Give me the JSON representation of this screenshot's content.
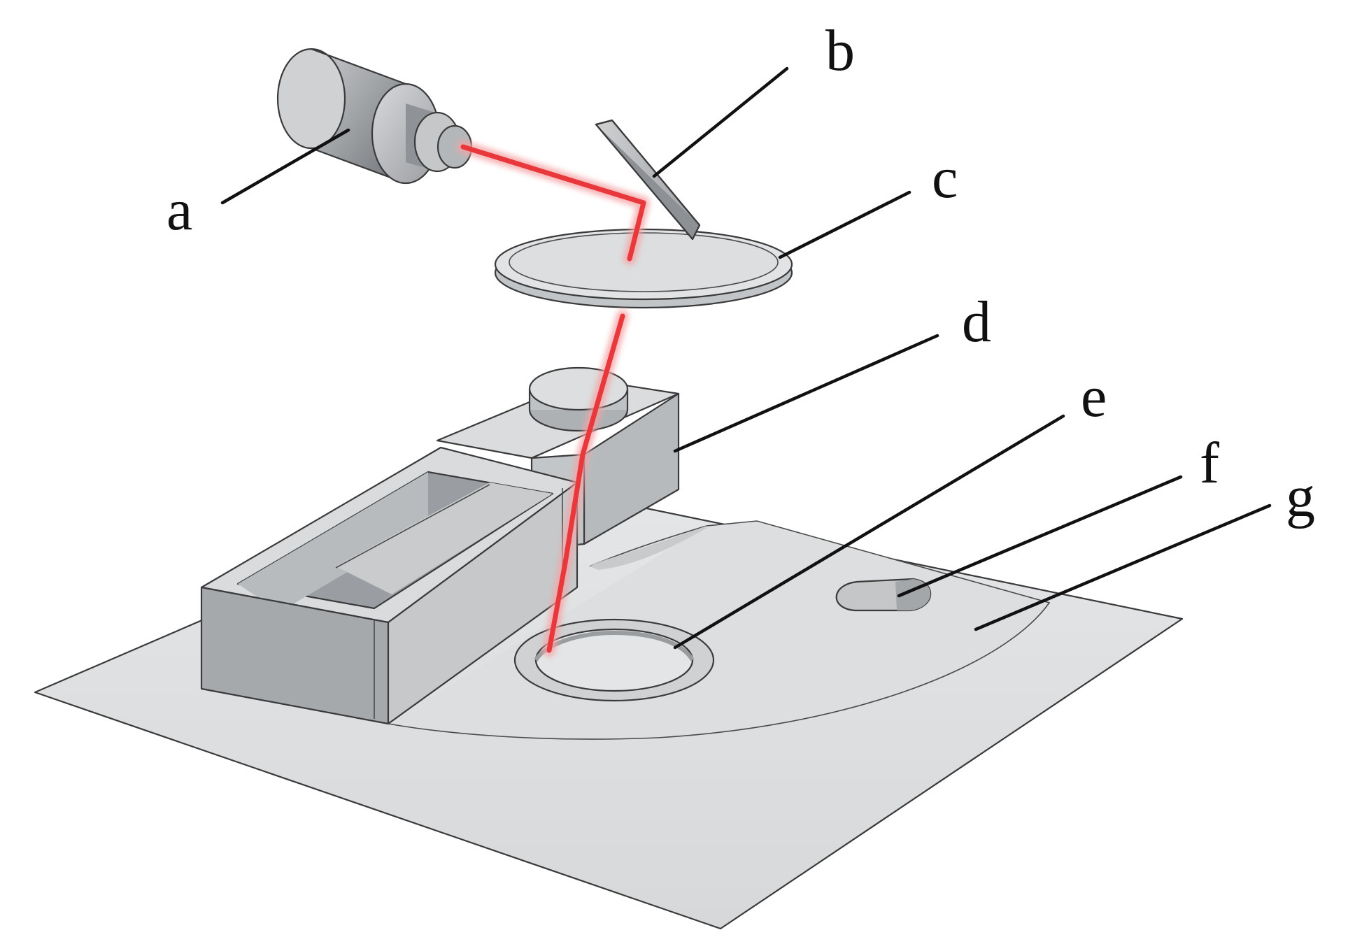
{
  "labels": {
    "a": "a",
    "b": "b",
    "c": "c",
    "d": "d",
    "e": "e",
    "f": "f",
    "g": "g"
  },
  "colors": {
    "laser_beam": "#e8383b",
    "laser_glow": "#f6a3a5",
    "surface": "#dfe1e2",
    "surface_shadow": "#b9bcbf",
    "outline": "#3a3a3a"
  }
}
